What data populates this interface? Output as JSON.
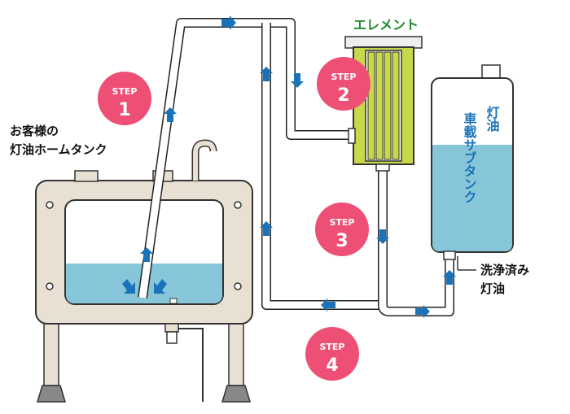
{
  "labels": {
    "home_tank": [
      "お客様の",
      "灯油ホームタンク"
    ],
    "element": "エレメント",
    "sub_tank_line1": "灯油",
    "sub_tank_line2": "車載サブタンク",
    "washed_oil": [
      "洗浄済み",
      "灯油"
    ]
  },
  "steps": [
    {
      "word": "STEP",
      "number": "1"
    },
    {
      "word": "STEP",
      "number": "2"
    },
    {
      "word": "STEP",
      "number": "3"
    },
    {
      "word": "STEP",
      "number": "4"
    }
  ],
  "colors": {
    "step_circle": "#ee4f74",
    "kerosene": "#86c6d8",
    "element_body": "#c9d84a",
    "tank_frame": "#e8e0d2",
    "element_label": "#1a8a2a",
    "sub_tank_text": "#1a73b8",
    "arrow": "#1a73b8"
  }
}
